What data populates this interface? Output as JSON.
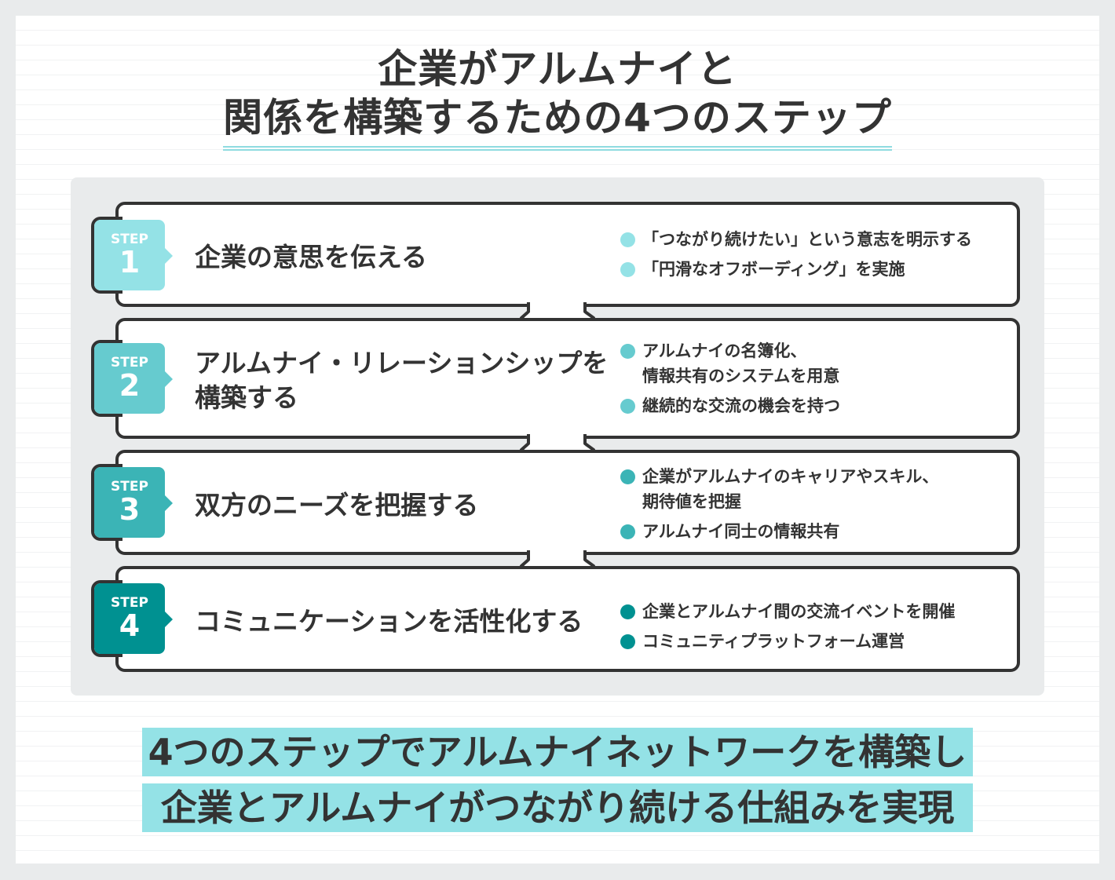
{
  "title": {
    "line1": "企業がアルムナイと",
    "line2": "関係を構築するための4つのステップ"
  },
  "steps": [
    {
      "label": "STEP",
      "number": "1",
      "color": "#94e2e6",
      "heading": [
        "企業の意思を伝える"
      ],
      "bullets": [
        [
          "「つながり続けたい」という意志を明示する"
        ],
        [
          "「円滑なオフボーディング」を実施"
        ]
      ]
    },
    {
      "label": "STEP",
      "number": "2",
      "color": "#66cbcf",
      "heading": [
        "アルムナイ・リレーションシップを",
        "構築する"
      ],
      "bullets": [
        [
          "アルムナイの名簿化、",
          "情報共有のシステムを用意"
        ],
        [
          "継続的な交流の機会を持つ"
        ]
      ]
    },
    {
      "label": "STEP",
      "number": "3",
      "color": "#3bb4b6",
      "heading": [
        "双方のニーズを把握する"
      ],
      "bullets": [
        [
          "企業がアルムナイのキャリアやスキル、",
          "期待値を把握"
        ],
        [
          "アルムナイ同士の情報共有"
        ]
      ]
    },
    {
      "label": "STEP",
      "number": "4",
      "color": "#009191",
      "heading": [
        "コミュニケーションを活性化する"
      ],
      "bullets": [
        [
          "企業とアルムナイ間の交流イベントを開催"
        ],
        [
          "コミュニティプラットフォーム運営"
        ]
      ]
    }
  ],
  "summary": {
    "line1": "4つのステップでアルムナイネットワークを構築し",
    "line2": "企業とアルムナイがつながり続ける仕組みを実現"
  }
}
